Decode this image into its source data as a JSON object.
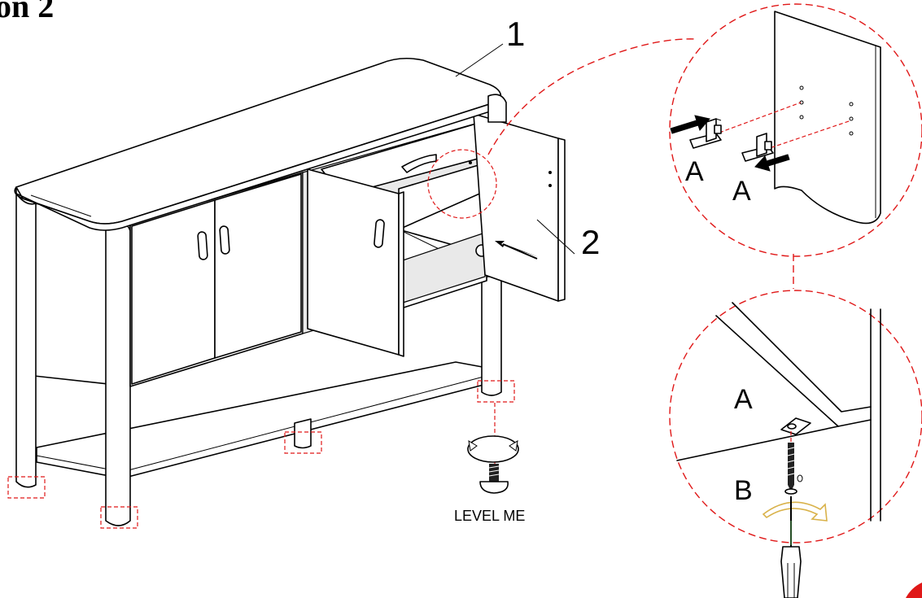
{
  "heading": "on 2",
  "callouts": {
    "top": "1",
    "shelf": "2"
  },
  "detail_labels": {
    "bracket_a": "A",
    "screw_b": "B"
  },
  "leveler_label": "LEVEL ME",
  "colors": {
    "ink": "#000000",
    "guide": "#e01818",
    "arrow_fill": "#f2f2f2",
    "turn_arrow": "#d9b24a"
  }
}
